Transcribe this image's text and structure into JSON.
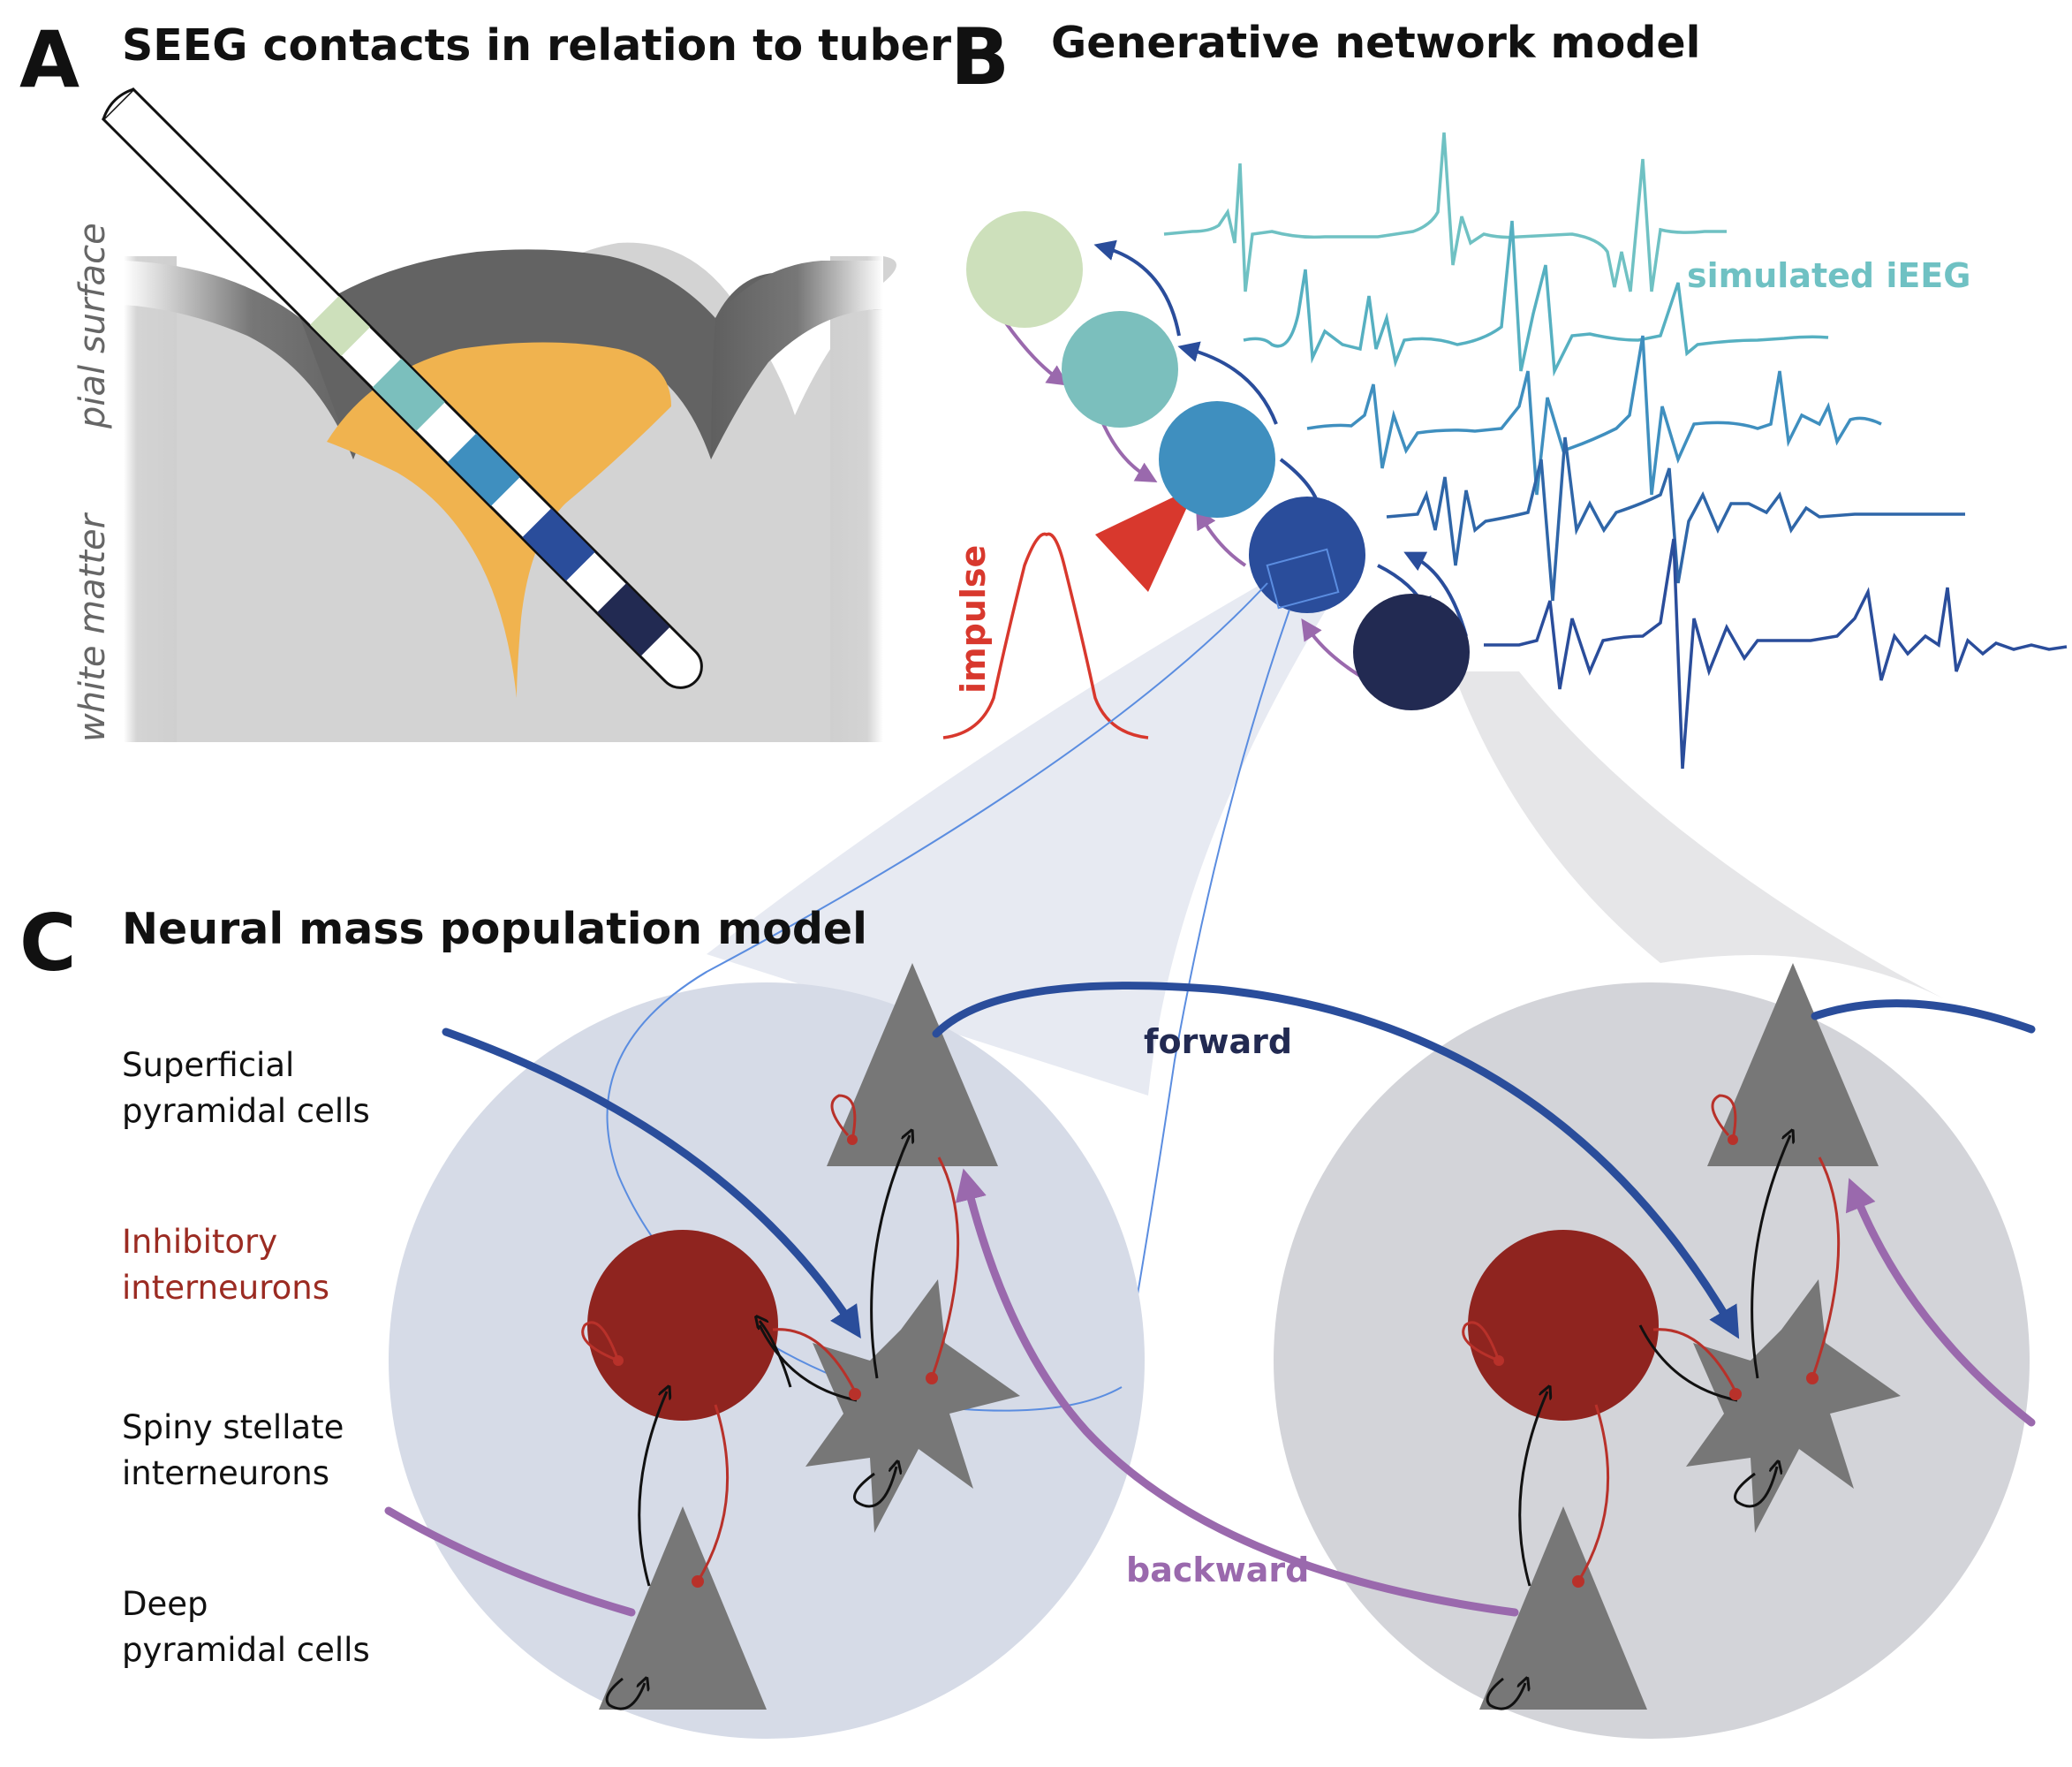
{
  "panelA": {
    "letter": "A",
    "title": "SEEG contacts in relation to tuber",
    "label_pial": "pial surface",
    "label_white": "white matter",
    "contact_colors": [
      "#cde0bb",
      "#7bbfbd",
      "#3f8fbf",
      "#2a4d9b",
      "#222a52"
    ]
  },
  "panelB": {
    "letter": "B",
    "title": "Generative network model",
    "label_ieeg": "simulated iEEG",
    "label_impulse": "impulse",
    "node_colors": [
      "#cde0bb",
      "#7bbfbd",
      "#3f8fbf",
      "#2a4d9b",
      "#222a52"
    ],
    "trace_colors": [
      "#6fc1c3",
      "#56b0c1",
      "#3f8fbf",
      "#2f66a8",
      "#2a4d9b"
    ],
    "forward_color": "#2a4d9b",
    "backward_color": "#9a69ad",
    "impulse_color": "#d8382d"
  },
  "panelC": {
    "letter": "C",
    "title": "Neural mass population model",
    "rows": [
      {
        "line1": "Superficial",
        "line2": "pyramidal cells"
      },
      {
        "line1": "Inhibitory",
        "line2": "interneurons"
      },
      {
        "line1": "Spiny stellate",
        "line2": "interneurons"
      },
      {
        "line1": "Deep",
        "line2": "pyramidal cells"
      }
    ],
    "label_forward": "forward",
    "label_backward": "backward"
  }
}
